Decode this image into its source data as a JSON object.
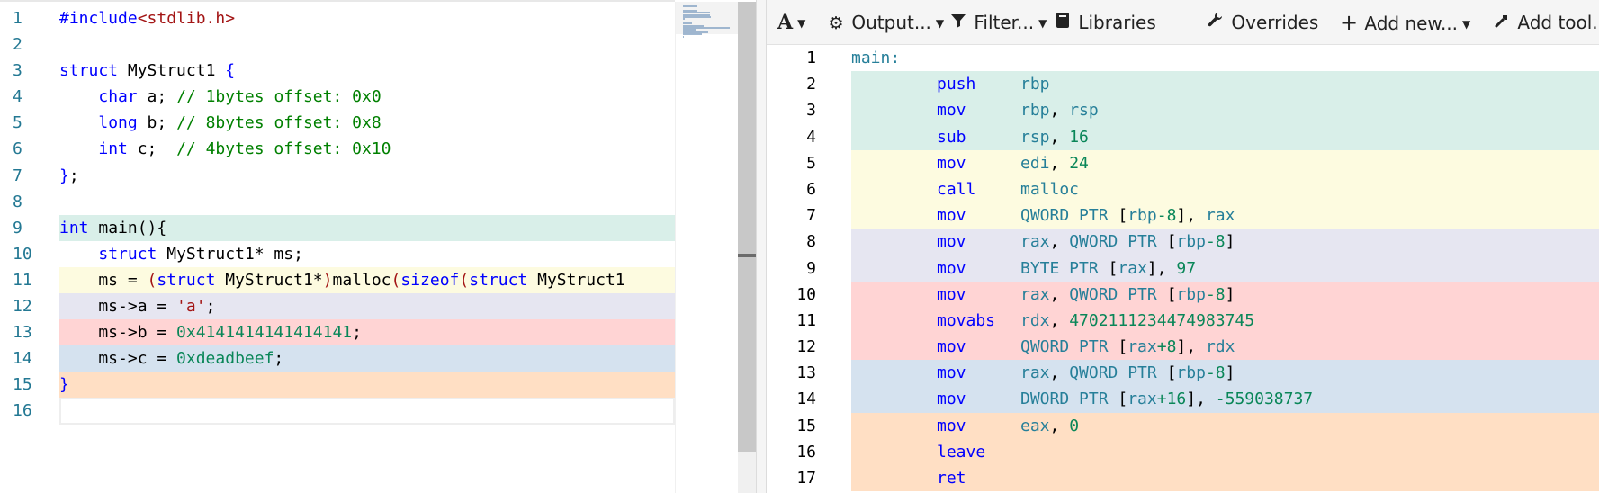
{
  "colors": {
    "band_teal": "#d9efe9",
    "band_yellow": "#fdfbe0",
    "band_lavender": "#e6e6f1",
    "band_red": "#ffd4d4",
    "band_blue": "#d5e2ef",
    "band_orange": "#ffdfc4",
    "line_number": "#237893",
    "keyword": "#0000ff",
    "comment": "#008000",
    "number": "#098658",
    "string": "#a31515"
  },
  "source": {
    "lines": [
      {
        "n": "1",
        "band": "",
        "tokens": [
          [
            "pp",
            "#include"
          ],
          [
            "hdr",
            "<stdlib.h>"
          ]
        ]
      },
      {
        "n": "2",
        "band": "",
        "tokens": []
      },
      {
        "n": "3",
        "band": "",
        "tokens": [
          [
            "kw",
            "struct"
          ],
          [
            "ty",
            " MyStruct1 "
          ],
          [
            "kw",
            "{"
          ]
        ]
      },
      {
        "n": "4",
        "band": "",
        "tokens": [
          [
            "ty",
            "    "
          ],
          [
            "kw",
            "char"
          ],
          [
            "ty",
            " a; "
          ],
          [
            "cm",
            "// 1bytes offset: 0x0"
          ]
        ]
      },
      {
        "n": "5",
        "band": "",
        "tokens": [
          [
            "ty",
            "    "
          ],
          [
            "kw",
            "long"
          ],
          [
            "ty",
            " b; "
          ],
          [
            "cm",
            "// 8bytes offset: 0x8"
          ]
        ]
      },
      {
        "n": "6",
        "band": "",
        "tokens": [
          [
            "ty",
            "    "
          ],
          [
            "kw",
            "int"
          ],
          [
            "ty",
            " c;  "
          ],
          [
            "cm",
            "// 4bytes offset: 0x10"
          ]
        ]
      },
      {
        "n": "7",
        "band": "",
        "tokens": [
          [
            "kw",
            "}"
          ],
          [
            "ty",
            ";"
          ]
        ]
      },
      {
        "n": "8",
        "band": "",
        "tokens": []
      },
      {
        "n": "9",
        "band": "band_teal",
        "tokens": [
          [
            "kw",
            "int"
          ],
          [
            "ty",
            " main(){"
          ]
        ]
      },
      {
        "n": "10",
        "band": "",
        "tokens": [
          [
            "ty",
            "    "
          ],
          [
            "kw",
            "struct"
          ],
          [
            "ty",
            " MyStruct1* ms;"
          ]
        ]
      },
      {
        "n": "11",
        "band": "band_yellow",
        "tokens": [
          [
            "ty",
            "    ms = "
          ],
          [
            "hdr",
            "("
          ],
          [
            "kw",
            "struct"
          ],
          [
            "ty",
            " MyStruct1*"
          ],
          [
            "hdr",
            ")"
          ],
          [
            "ty",
            "malloc"
          ],
          [
            "hdr",
            "("
          ],
          [
            "kw",
            "sizeof"
          ],
          [
            "hdr",
            "("
          ],
          [
            "kw",
            "struct"
          ],
          [
            "ty",
            " MyStruct1"
          ]
        ]
      },
      {
        "n": "12",
        "band": "band_lavender",
        "tokens": [
          [
            "ty",
            "    ms->a = "
          ],
          [
            "str",
            "'a'"
          ],
          [
            "ty",
            ";"
          ]
        ]
      },
      {
        "n": "13",
        "band": "band_red",
        "tokens": [
          [
            "ty",
            "    ms->b = "
          ],
          [
            "num",
            "0x4141414141414141"
          ],
          [
            "ty",
            ";"
          ]
        ]
      },
      {
        "n": "14",
        "band": "band_blue",
        "tokens": [
          [
            "ty",
            "    ms->c = "
          ],
          [
            "num",
            "0xdeadbeef"
          ],
          [
            "ty",
            ";"
          ]
        ]
      },
      {
        "n": "15",
        "band": "band_orange",
        "tokens": [
          [
            "kw",
            "}"
          ]
        ]
      },
      {
        "n": "16",
        "band": "current",
        "tokens": []
      }
    ]
  },
  "toolbar": {
    "font_label": "A",
    "output_label": "Output...",
    "filter_label": "Filter...",
    "libraries_label": "Libraries",
    "overrides_label": "Overrides",
    "add_new_label": "Add new...",
    "add_tool_label": "Add tool..."
  },
  "assembly": {
    "lines": [
      {
        "n": "1",
        "band": "",
        "label": "main:",
        "op": "",
        "args": []
      },
      {
        "n": "2",
        "band": "band_teal",
        "label": "",
        "op": "push",
        "args": [
          [
            "reg",
            "rbp"
          ]
        ]
      },
      {
        "n": "3",
        "band": "band_teal",
        "label": "",
        "op": "mov",
        "args": [
          [
            "reg",
            "rbp"
          ],
          [
            "sym",
            ", "
          ],
          [
            "reg",
            "rsp"
          ]
        ]
      },
      {
        "n": "4",
        "band": "band_teal",
        "label": "",
        "op": "sub",
        "args": [
          [
            "reg",
            "rsp"
          ],
          [
            "sym",
            ", "
          ],
          [
            "num",
            "16"
          ]
        ]
      },
      {
        "n": "5",
        "band": "band_yellow",
        "label": "",
        "op": "mov",
        "args": [
          [
            "reg",
            "edi"
          ],
          [
            "sym",
            ", "
          ],
          [
            "num",
            "24"
          ]
        ]
      },
      {
        "n": "6",
        "band": "band_yellow",
        "label": "",
        "op": "call",
        "args": [
          [
            "reg",
            "malloc"
          ]
        ]
      },
      {
        "n": "7",
        "band": "band_yellow",
        "label": "",
        "op": "mov",
        "args": [
          [
            "reg",
            "QWORD PTR "
          ],
          [
            "sym",
            "["
          ],
          [
            "reg",
            "rbp"
          ],
          [
            "num",
            "-8"
          ],
          [
            "sym",
            "], "
          ],
          [
            "reg",
            "rax"
          ]
        ]
      },
      {
        "n": "8",
        "band": "band_lavender",
        "label": "",
        "op": "mov",
        "args": [
          [
            "reg",
            "rax"
          ],
          [
            "sym",
            ", "
          ],
          [
            "reg",
            "QWORD PTR "
          ],
          [
            "sym",
            "["
          ],
          [
            "reg",
            "rbp"
          ],
          [
            "num",
            "-8"
          ],
          [
            "sym",
            "]"
          ]
        ]
      },
      {
        "n": "9",
        "band": "band_lavender",
        "label": "",
        "op": "mov",
        "args": [
          [
            "reg",
            "BYTE PTR "
          ],
          [
            "sym",
            "["
          ],
          [
            "reg",
            "rax"
          ],
          [
            "sym",
            "], "
          ],
          [
            "num",
            "97"
          ]
        ]
      },
      {
        "n": "10",
        "band": "band_red",
        "label": "",
        "op": "mov",
        "args": [
          [
            "reg",
            "rax"
          ],
          [
            "sym",
            ", "
          ],
          [
            "reg",
            "QWORD PTR "
          ],
          [
            "sym",
            "["
          ],
          [
            "reg",
            "rbp"
          ],
          [
            "num",
            "-8"
          ],
          [
            "sym",
            "]"
          ]
        ]
      },
      {
        "n": "11",
        "band": "band_red",
        "label": "",
        "op": "movabs",
        "args": [
          [
            "reg",
            "rdx"
          ],
          [
            "sym",
            ", "
          ],
          [
            "num",
            "4702111234474983745"
          ]
        ]
      },
      {
        "n": "12",
        "band": "band_red",
        "label": "",
        "op": "mov",
        "args": [
          [
            "reg",
            "QWORD PTR "
          ],
          [
            "sym",
            "["
          ],
          [
            "reg",
            "rax"
          ],
          [
            "num",
            "+8"
          ],
          [
            "sym",
            "], "
          ],
          [
            "reg",
            "rdx"
          ]
        ]
      },
      {
        "n": "13",
        "band": "band_blue",
        "label": "",
        "op": "mov",
        "args": [
          [
            "reg",
            "rax"
          ],
          [
            "sym",
            ", "
          ],
          [
            "reg",
            "QWORD PTR "
          ],
          [
            "sym",
            "["
          ],
          [
            "reg",
            "rbp"
          ],
          [
            "num",
            "-8"
          ],
          [
            "sym",
            "]"
          ]
        ]
      },
      {
        "n": "14",
        "band": "band_blue",
        "label": "",
        "op": "mov",
        "args": [
          [
            "reg",
            "DWORD PTR "
          ],
          [
            "sym",
            "["
          ],
          [
            "reg",
            "rax"
          ],
          [
            "num",
            "+16"
          ],
          [
            "sym",
            "], "
          ],
          [
            "num",
            "-559038737"
          ]
        ]
      },
      {
        "n": "15",
        "band": "band_orange",
        "label": "",
        "op": "mov",
        "args": [
          [
            "reg",
            "eax"
          ],
          [
            "sym",
            ", "
          ],
          [
            "num",
            "0"
          ]
        ]
      },
      {
        "n": "16",
        "band": "band_orange",
        "label": "",
        "op": "leave",
        "args": []
      },
      {
        "n": "17",
        "band": "band_orange",
        "label": "",
        "op": "ret",
        "args": []
      }
    ]
  }
}
